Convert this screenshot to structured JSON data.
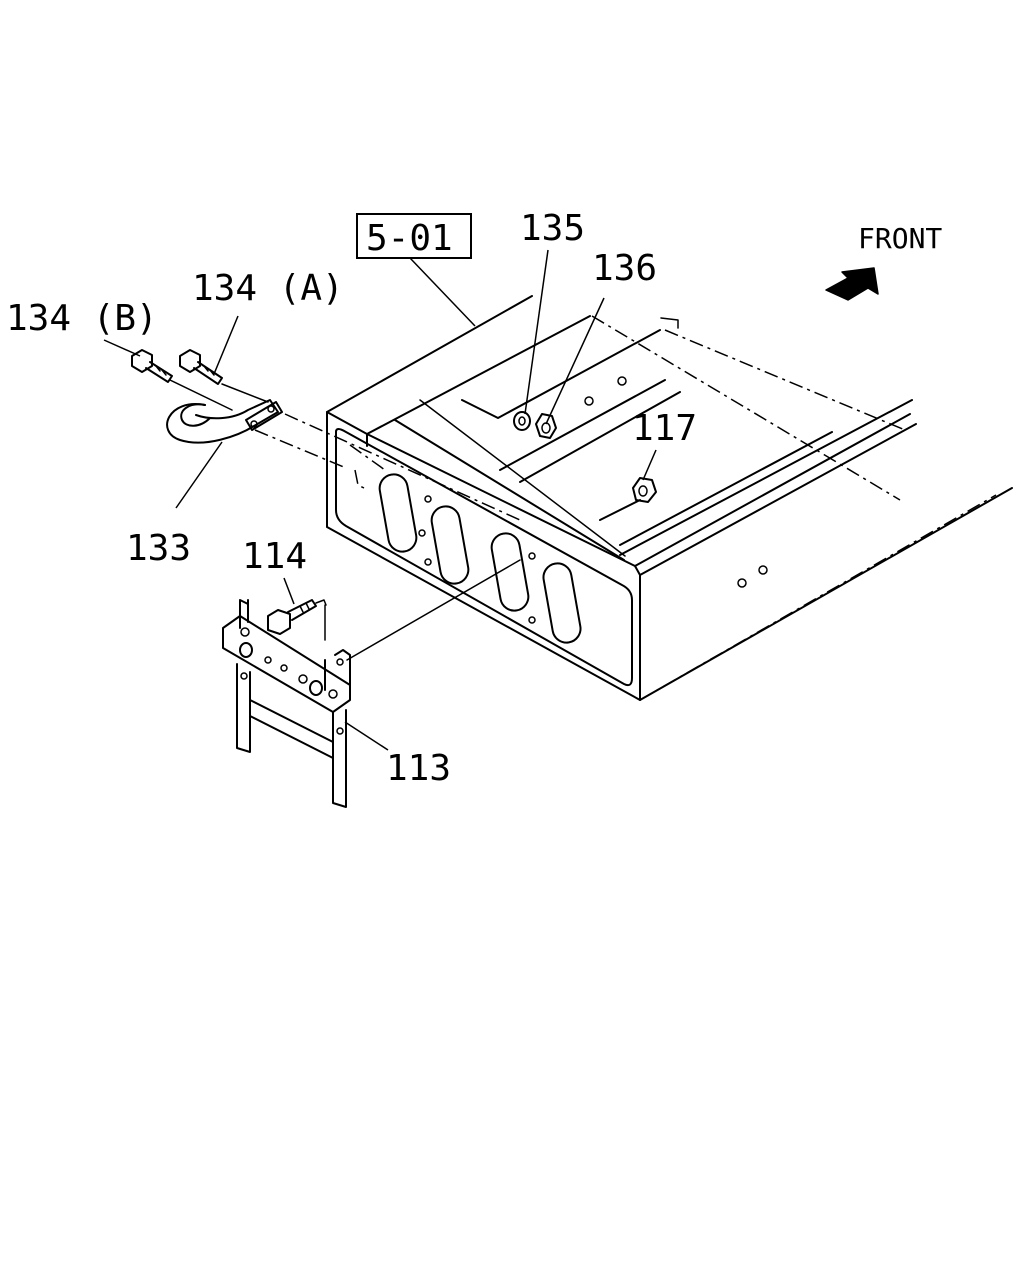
{
  "diagram": {
    "reference_box": "5-01",
    "direction_label": "FRONT",
    "icons": {
      "front_arrow": "arrow-icon"
    },
    "callouts": {
      "p113": "113",
      "p114": "114",
      "p117": "117",
      "p133": "133",
      "p134a": "134 (A)",
      "p134b": "134 (B)",
      "p135": "135",
      "p136": "136"
    }
  }
}
